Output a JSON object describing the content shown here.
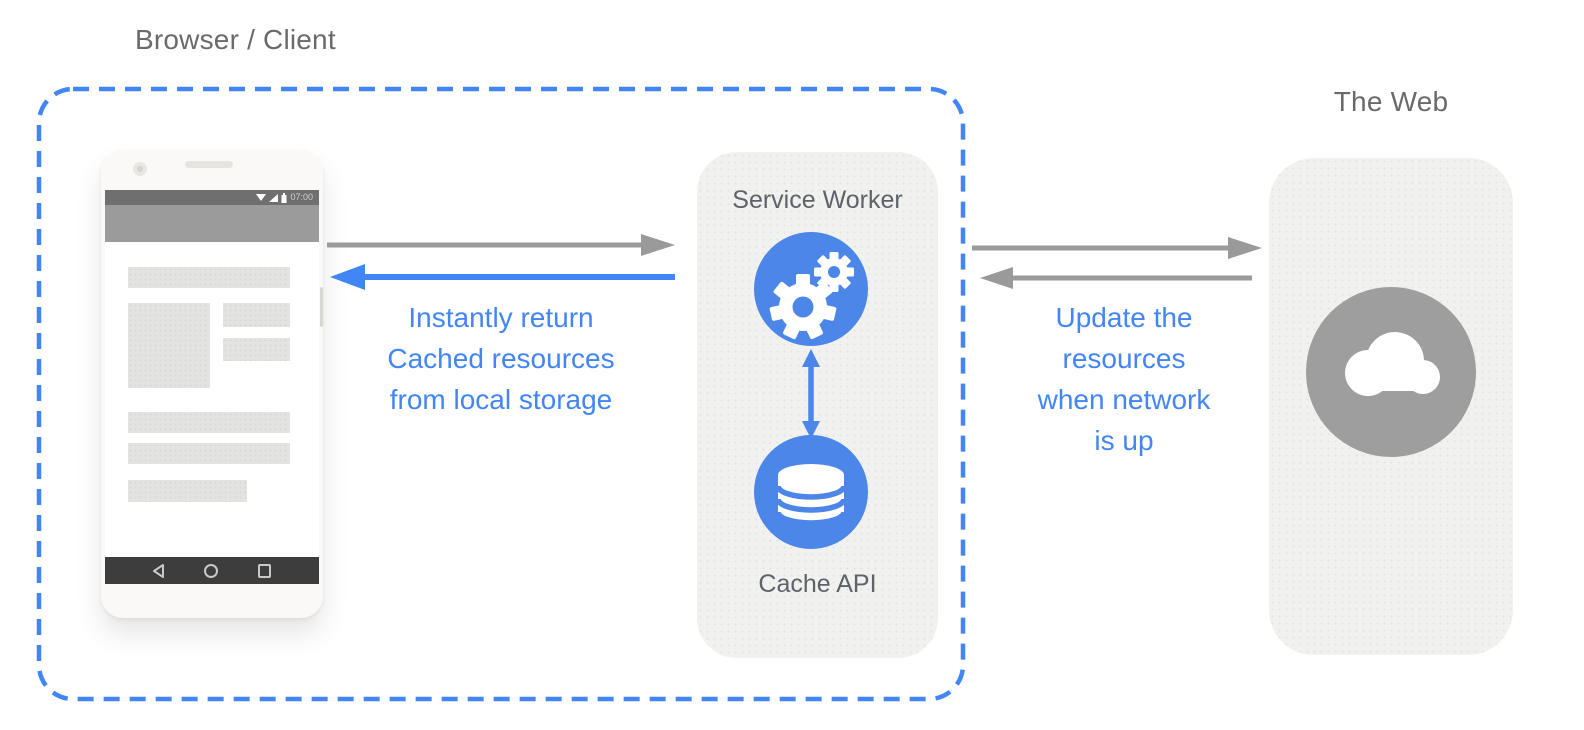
{
  "diagram": {
    "browser_client_label": "Browser / Client",
    "web_label": "The Web",
    "service_worker_label": "Service Worker",
    "cache_api_label": "Cache API",
    "cache_return_annotation": "Instantly return\nCached resources\nfrom local storage",
    "network_update_annotation": "Update the\nresources\nwhen network\nis up"
  },
  "phone": {
    "status_time": "07:00"
  },
  "icons": [
    "gears-icon",
    "database-icon",
    "cloud-icon",
    "wifi-icon",
    "signal-icon",
    "battery-icon",
    "back-icon",
    "home-icon",
    "recents-icon"
  ],
  "colors": {
    "accent_blue": "#4285f4",
    "icon_circle_blue": "#4c86e8",
    "arrow_gray": "#9a9a9a",
    "web_circle_gray": "#9e9e9e",
    "panel_gray": "#f1f1ef",
    "label_gray": "#5f6368"
  }
}
